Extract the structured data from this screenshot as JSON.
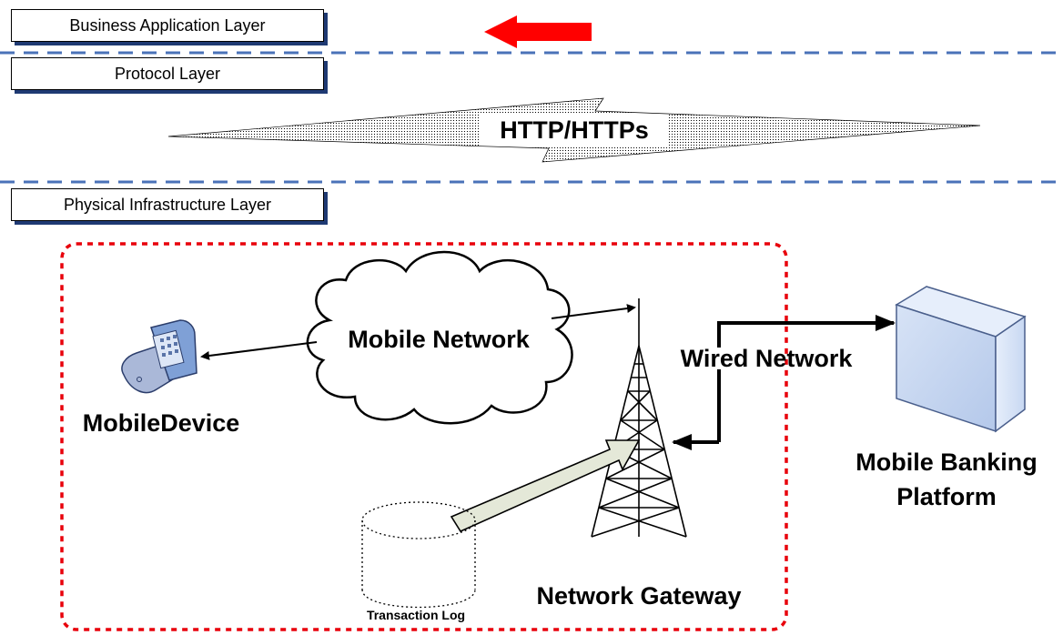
{
  "layers": {
    "business": "Business Application Layer",
    "protocol": "Protocol Layer",
    "physical": "Physical Infrastructure Layer"
  },
  "protocol_label": "HTTP/HTTPs",
  "nodes": {
    "mobile_device": "MobileDevice",
    "mobile_network": "Mobile Network",
    "wired_network": "Wired Network",
    "banking_platform_line1": "Mobile Banking",
    "banking_platform_line2": "Platform",
    "network_gateway": "Network Gateway",
    "transaction_log": "Transaction Log"
  },
  "colors": {
    "dashed_divider": "#4a72b8",
    "boundary": "#e8000b",
    "arrow_red": "#ff0000",
    "server_face": "#c6d6f0",
    "log_arrow_fill": "#e4e8d8"
  },
  "icons": {
    "mobile_device": "mobile-phone-icon",
    "cloud": "cloud-icon",
    "tower": "transmission-tower-icon",
    "server": "server-icon",
    "database": "database-icon"
  }
}
